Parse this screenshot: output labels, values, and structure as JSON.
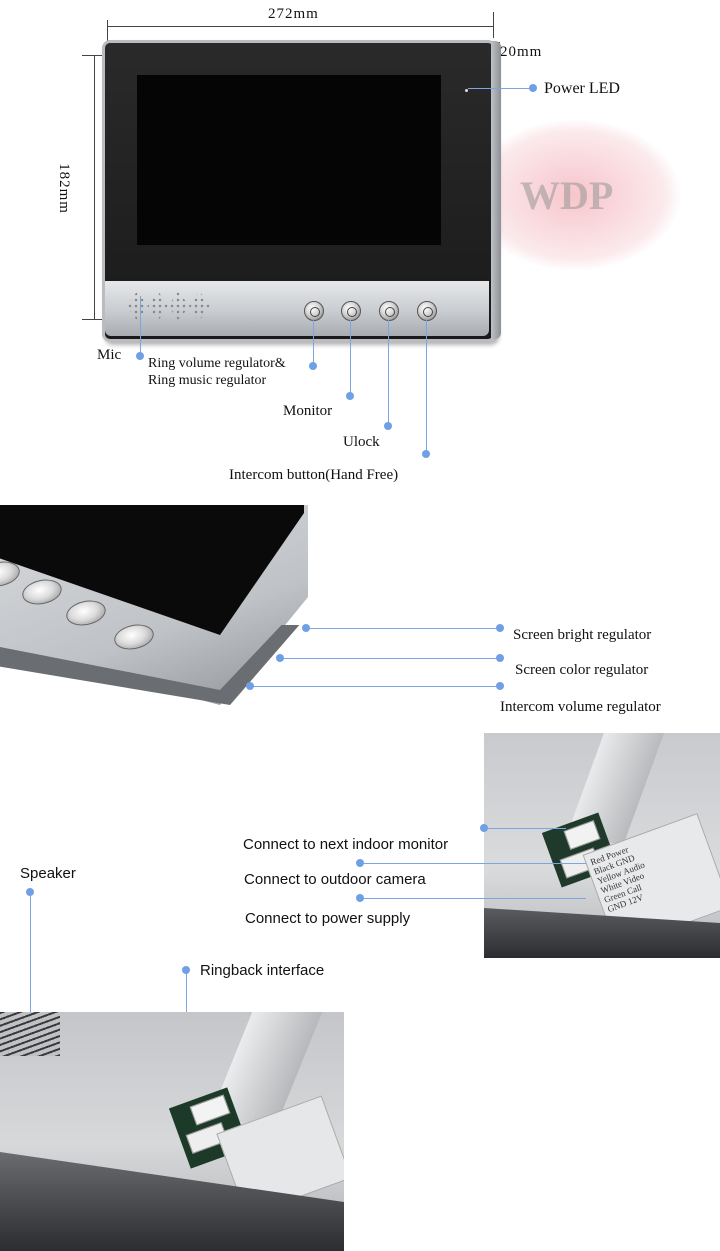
{
  "dimensions": {
    "width": "272mm",
    "depth": "20mm",
    "height": "182mm"
  },
  "watermark": "WDP",
  "front_labels": {
    "power_led": "Power  LED",
    "mic": "Mic",
    "ring_volume_line1": "Ring volume regulator&",
    "ring_volume_line2": "Ring music regulator",
    "monitor": "Monitor",
    "unlock": "Ulock",
    "intercom": "Intercom button(Hand Free)"
  },
  "side_labels": {
    "screen_bright": "Screen bright regulator",
    "screen_color": "Screen color regulator",
    "intercom_volume": "Intercom  volume  regulator"
  },
  "rear_labels": {
    "next_monitor": "Connect to next indoor monitor",
    "outdoor_camera": "Connect to outdoor camera",
    "power_supply": "Connect to power supply",
    "speaker": "Speaker",
    "ringback": "Ringback interface"
  },
  "sticker_text": [
    "Red",
    "Power",
    "Black",
    "GND",
    "Yellow",
    "Audio",
    "White",
    "Video",
    "Green",
    "Call",
    "GND",
    "12V"
  ],
  "colors": {
    "leader": "#7ba6e0",
    "dot": "#6fa0e6",
    "bezel": "#cfd2d6",
    "screen": "#0c0c0c"
  }
}
